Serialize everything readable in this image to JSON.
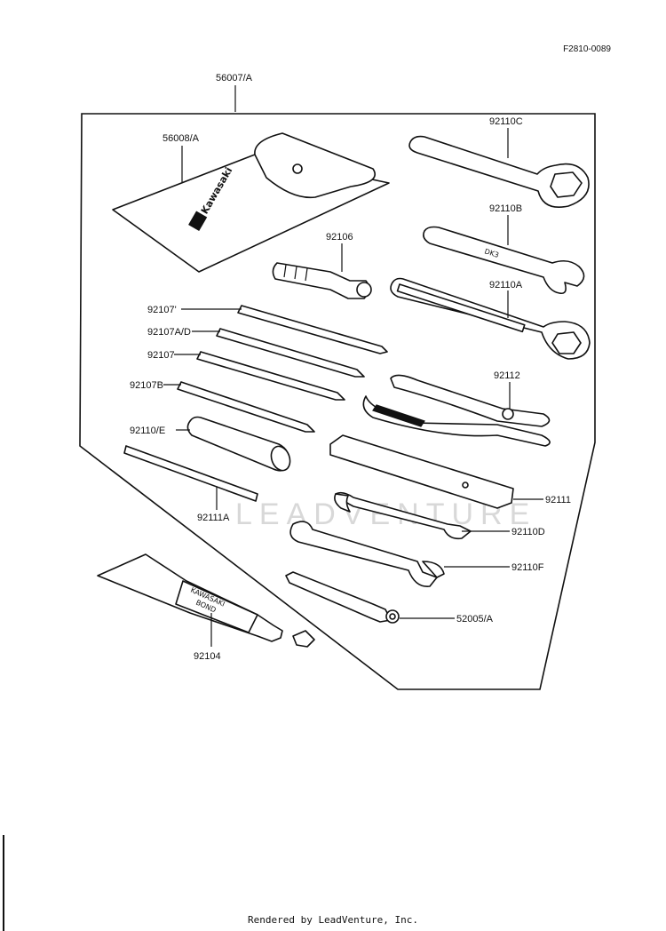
{
  "doc_number": "F2810-0089",
  "footer": "Rendered by LeadVenture, Inc.",
  "watermark": "LEADVENTURE",
  "brand_logo": "Kawasaki",
  "parts": [
    {
      "id": "p_56007",
      "label": "56007/A"
    },
    {
      "id": "p_56008",
      "label": "56008/A"
    },
    {
      "id": "p_92110C",
      "label": "92110C"
    },
    {
      "id": "p_92110B",
      "label": "92110B"
    },
    {
      "id": "p_92110A",
      "label": "92110A"
    },
    {
      "id": "p_92106",
      "label": "92106"
    },
    {
      "id": "p_92107a",
      "label": "92107'"
    },
    {
      "id": "p_92107AD",
      "label": "92107A/D"
    },
    {
      "id": "p_92107b",
      "label": "92107"
    },
    {
      "id": "p_92107B",
      "label": "92107B"
    },
    {
      "id": "p_92112",
      "label": "92112"
    },
    {
      "id": "p_92110E",
      "label": "92110/E"
    },
    {
      "id": "p_92111",
      "label": "92111"
    },
    {
      "id": "p_92111A",
      "label": "92111A"
    },
    {
      "id": "p_92110D",
      "label": "92110D"
    },
    {
      "id": "p_92110F",
      "label": "92110F"
    },
    {
      "id": "p_52005",
      "label": "52005/A"
    },
    {
      "id": "p_92104",
      "label": "92104"
    }
  ]
}
